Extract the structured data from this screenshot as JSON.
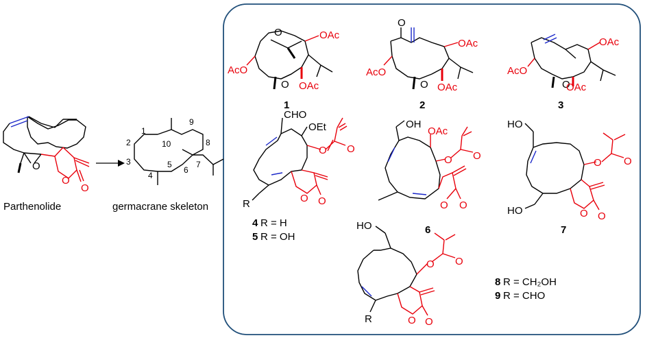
{
  "colors": {
    "bond": "#000000",
    "highlight": "#e8000b",
    "double_bond": "#1a27c9",
    "frame": "#1f4e79"
  },
  "left": {
    "parthenolide_label": "Parthenolide",
    "skeleton_label": "germacrane skeleton",
    "ring_atom_O": "O",
    "ring_atom_O2": "O",
    "ring_atom_O3": "O",
    "numbers": [
      "1",
      "2",
      "3",
      "4",
      "5",
      "6",
      "7",
      "8",
      "9",
      "10"
    ]
  },
  "compounds": {
    "c1": {
      "number": "1",
      "oac1": "OAc",
      "oac2": "OAc",
      "aco": "AcO",
      "epox1": "O",
      "epox2": "O"
    },
    "c2": {
      "number": "2",
      "ketone": "O",
      "oac1": "OAc",
      "oac2": "OAc",
      "aco": "AcO",
      "epox": "O"
    },
    "c3": {
      "number": "3",
      "oac1": "OAc",
      "oac2": "OAc",
      "aco": "AcO",
      "epox": "O"
    },
    "c45": {
      "cho": "CHO",
      "oet": "OEt",
      "r": "R",
      "o1": "O",
      "o2": "O",
      "o3": "O",
      "o4": "O",
      "label4_num": "4",
      "label4_text": "R = H",
      "label5_num": "5",
      "label5_text": "R = OH"
    },
    "c6": {
      "number": "6",
      "oh": "OH",
      "oac": "OAc",
      "o1": "O",
      "o2": "O",
      "o3": "O",
      "o4": "O"
    },
    "c7": {
      "number": "7",
      "ho1": "HO",
      "ho2": "HO",
      "o1": "O",
      "o2": "O",
      "o3": "O",
      "o4": "O"
    },
    "c89": {
      "ho": "HO",
      "r": "R",
      "o1": "O",
      "o2": "O",
      "o3": "O",
      "o4": "O",
      "label8_num": "8",
      "label8_text": "R = CH₂OH",
      "label9_num": "9",
      "label9_text": "R = CHO"
    }
  }
}
